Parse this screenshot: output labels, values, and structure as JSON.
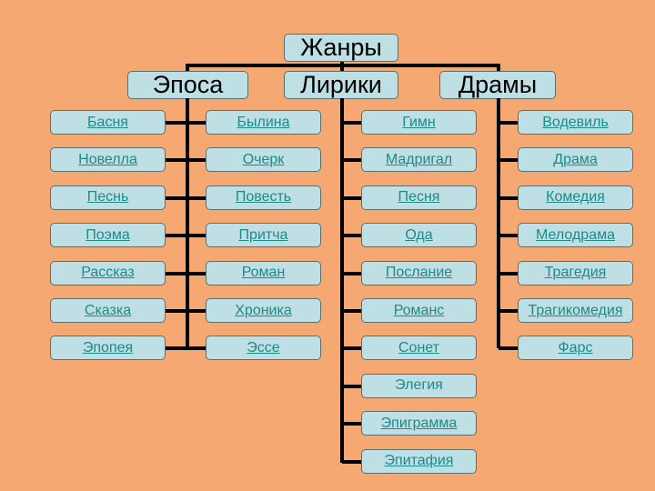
{
  "title": "Жанры",
  "groups": [
    {
      "label": "Эпоса",
      "items": [
        "Басня",
        "Новелла",
        "Песнь",
        "Поэма",
        "Рассказ",
        "Сказка",
        "Эпопея",
        "Былина",
        "Очерк",
        "Повесть",
        "Притча",
        "Роман",
        "Хроника",
        "Эссе"
      ]
    },
    {
      "label": "Лирики",
      "items": [
        "Гимн",
        "Мадригал",
        "Песня",
        "Ода",
        "Послание",
        "Романс",
        "Сонет",
        "Элегия",
        "Эпиграмма",
        "Эпитафия"
      ]
    },
    {
      "label": "Драмы",
      "items": [
        "Водевиль",
        "Драма",
        "Комедия",
        "Мелодрама",
        "Трагедия",
        "Трагикомедия",
        "Фарс"
      ]
    }
  ],
  "colors": {
    "background": "#F6A873",
    "box": "#BEDFE3",
    "link": "#1E8A8A"
  }
}
